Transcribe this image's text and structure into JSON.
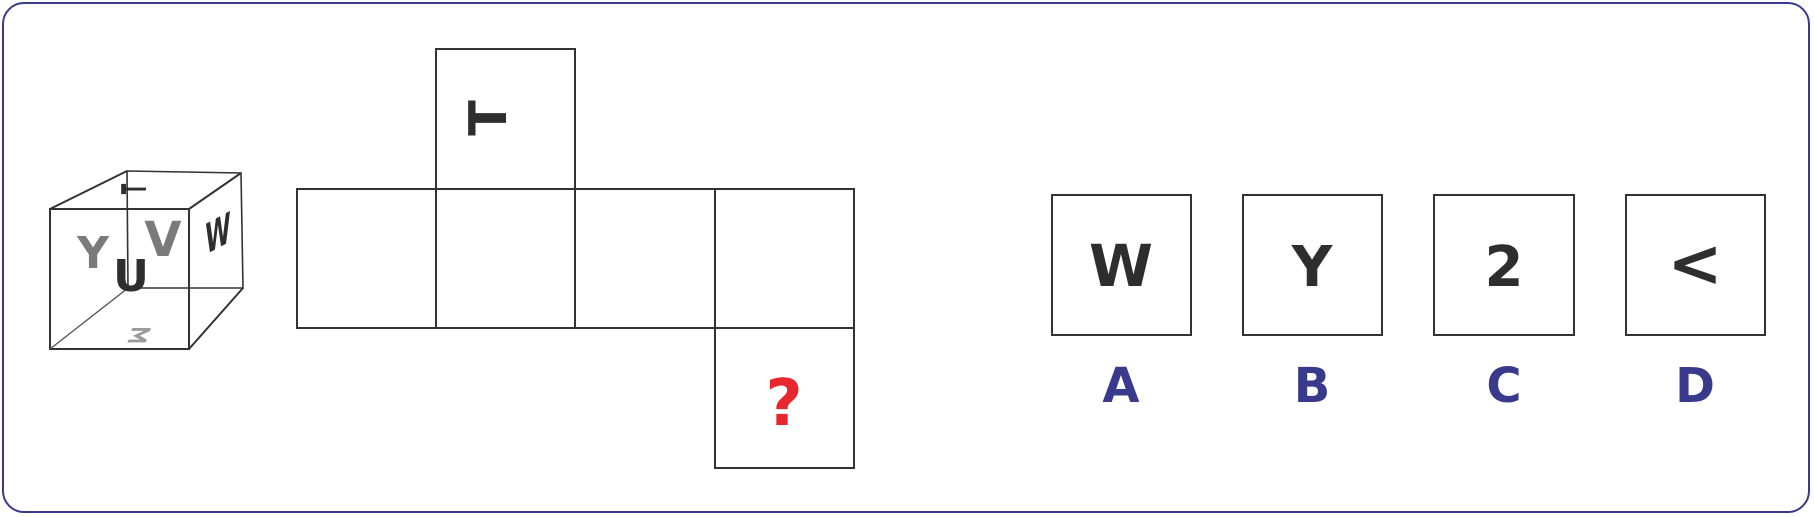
{
  "colors": {
    "frame": "#3a3a8c",
    "line": "#333333",
    "dark_letter": "#2e2e2e",
    "gray_letter": "#7a7a7a",
    "light_gray_letter": "#9a9a9a",
    "question": "#e8262e",
    "option_label": "#3a3a8c"
  },
  "cube": {
    "top_face_letter": "T",
    "front_face_letters": [
      "Y",
      "V"
    ],
    "right_face_letter": "W",
    "bottom_edge_letters": [
      "U",
      "Σ"
    ]
  },
  "net": {
    "top_cell_letter": "T",
    "question_mark": "?"
  },
  "options": [
    {
      "label": "A",
      "glyph": "W"
    },
    {
      "label": "B",
      "glyph": "Y"
    },
    {
      "label": "C",
      "glyph": "2"
    },
    {
      "label": "D",
      "glyph": "<"
    }
  ]
}
